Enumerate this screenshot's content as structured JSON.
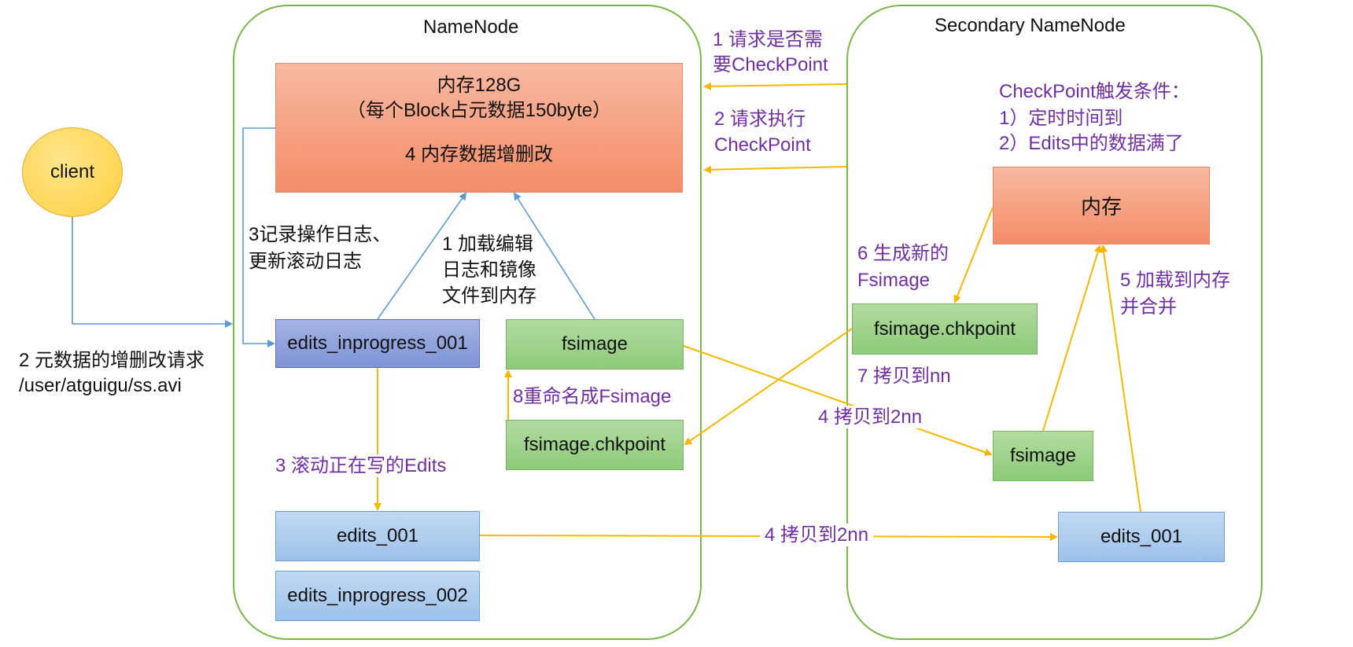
{
  "panels": {
    "namenode_title": "NameNode",
    "secondary_title": "Secondary NameNode"
  },
  "client": {
    "label": "client"
  },
  "namenode": {
    "memory": {
      "line1": "内存128G",
      "line2": "（每个Block占元数据150byte）",
      "line3": "4 内存数据增删改"
    },
    "edits_inprogress_001": "edits_inprogress_001",
    "fsimage": "fsimage",
    "fsimage_chkpoint": "fsimage.chkpoint",
    "edits_001": "edits_001",
    "edits_inprogress_002": "edits_inprogress_002"
  },
  "secondary": {
    "trigger": {
      "line1": "CheckPoint触发条件：",
      "line2": "1）定时时间到",
      "line3": "2）Edits中的数据满了"
    },
    "memory": "内存",
    "fsimage_chkpoint": "fsimage.chkpoint",
    "fsimage": "fsimage",
    "edits_001": "edits_001"
  },
  "labels": {
    "client_request_1": "2 元数据的增删改请求",
    "client_request_2": "/user/atguigu/ss.avi",
    "record_log_1": "3记录操作日志、",
    "record_log_2": "更新滚动日志",
    "load_1": "1 加载编辑",
    "load_2": "日志和镜像",
    "load_3": "文件到内存",
    "rename": "8重命名成Fsimage",
    "roll": "3 滚动正在写的Edits",
    "req_checkpoint_1": "1 请求是否需",
    "req_checkpoint_2": "要CheckPoint",
    "exec_checkpoint_1": "2 请求执行",
    "exec_checkpoint_2": "CheckPoint",
    "gen_new_1": "6 生成新的",
    "gen_new_2": "Fsimage",
    "copy_nn": "7 拷贝到nn",
    "copy_2nn_a": "4 拷贝到2nn",
    "copy_2nn_b": "4 拷贝到2nn",
    "load_merge_1": "5 加载到内存",
    "load_merge_2": "并合并"
  },
  "colors": {
    "panel_border": "#7ab648",
    "arrow_yellow": "#f5b800",
    "arrow_blue": "#5b9bd5",
    "text_purple": "#7030a0",
    "client_fill": "#ffd966"
  }
}
